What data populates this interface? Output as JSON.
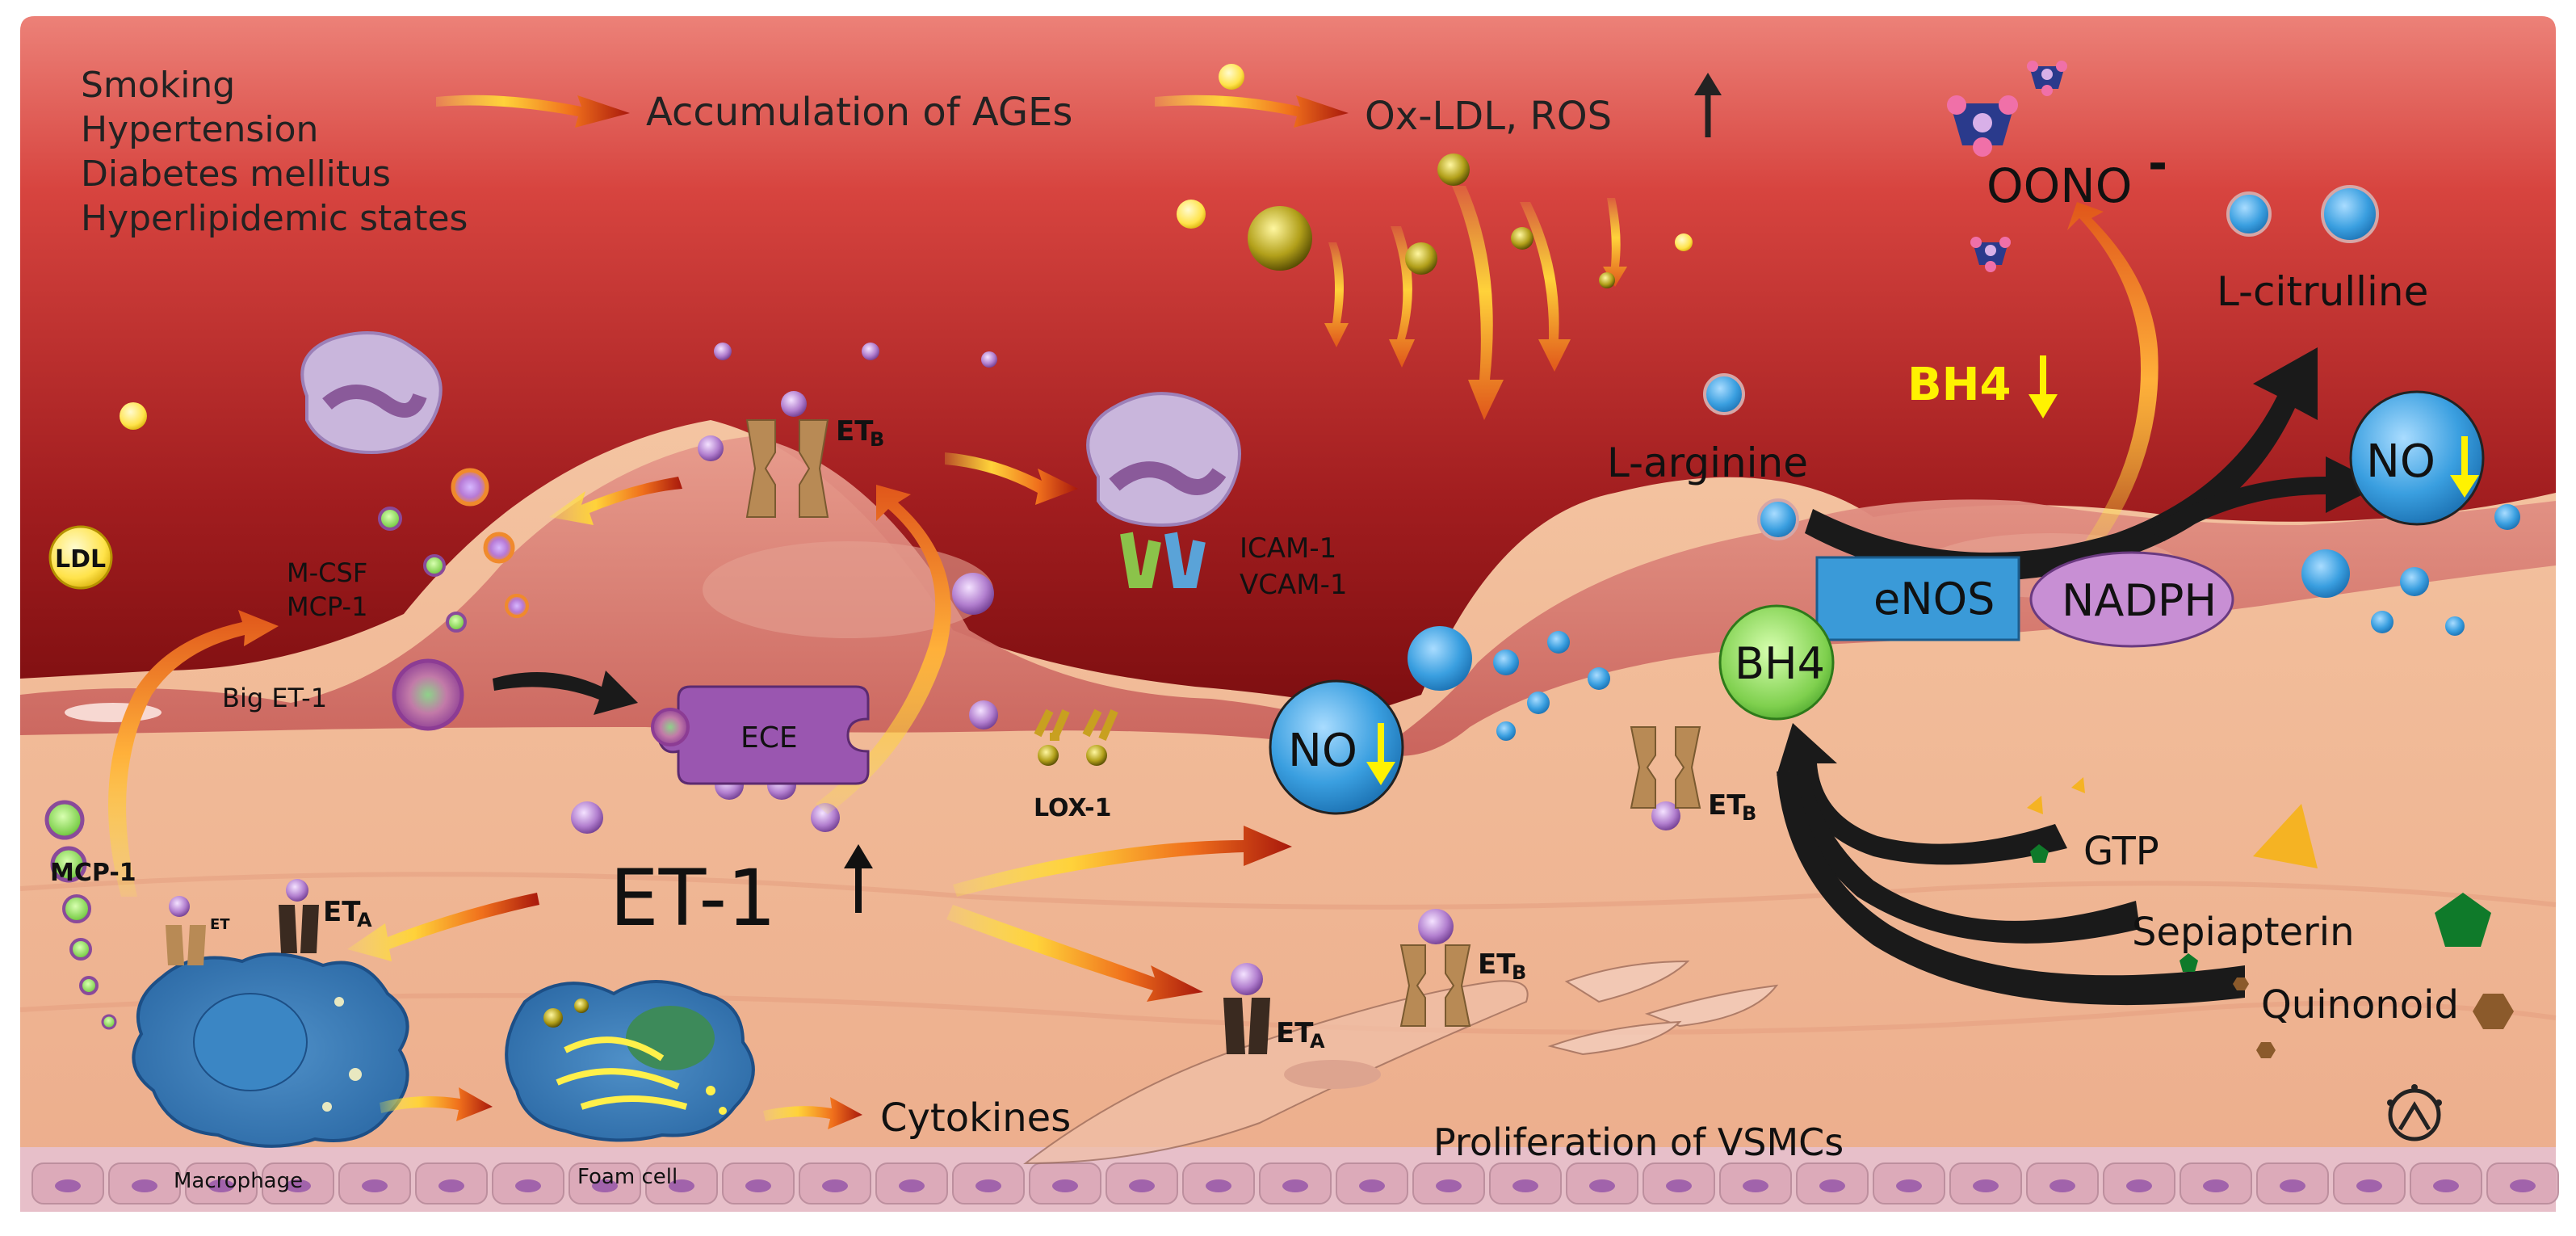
{
  "risk_factors": [
    "Smoking",
    "Hypertension",
    "Diabetes mellitus",
    "Hyperlipidemic states"
  ],
  "labels": {
    "ages": "Accumulation of AGEs",
    "oxldl": "Ox-LDL, ROS",
    "oono": "OONO",
    "oono_sup": "-",
    "citrulline": "L-citrulline",
    "bh4_low": "BH4",
    "arginine": "L-arginine",
    "no": "NO",
    "enos": "eNOS",
    "nadph": "NADPH",
    "bh4": "BH4",
    "etb": "ET",
    "etb_sub": "B",
    "eta": "ET",
    "eta_sub": "A",
    "ldl": "LDL",
    "mcsf": "M-CSF",
    "mcp1": "MCP-1",
    "icam": "ICAM-1",
    "vcam": "VCAM-1",
    "bigET": "Big ET-1",
    "ece": "ECE",
    "lox": "LOX-1",
    "et1": "ET-1",
    "mcp1_left": "MCP-1",
    "gtp": "GTP",
    "sepiapterin": "Sepiapterin",
    "quinonoid": "Quinonoid",
    "cytokines": "Cytokines",
    "vsmc": "Proliferation of VSMCs",
    "macrophage": "Macrophage",
    "foamcell": "Foam cell"
  },
  "colors": {
    "lumen_top": "#e9766e",
    "lumen_dark": "#8e1414",
    "intima": "#f4c9a4",
    "media": "#f2b694",
    "no_blue": "#1e88cf",
    "bh4_yellow": "#fff200",
    "particle_purple": "#a46ab8"
  }
}
